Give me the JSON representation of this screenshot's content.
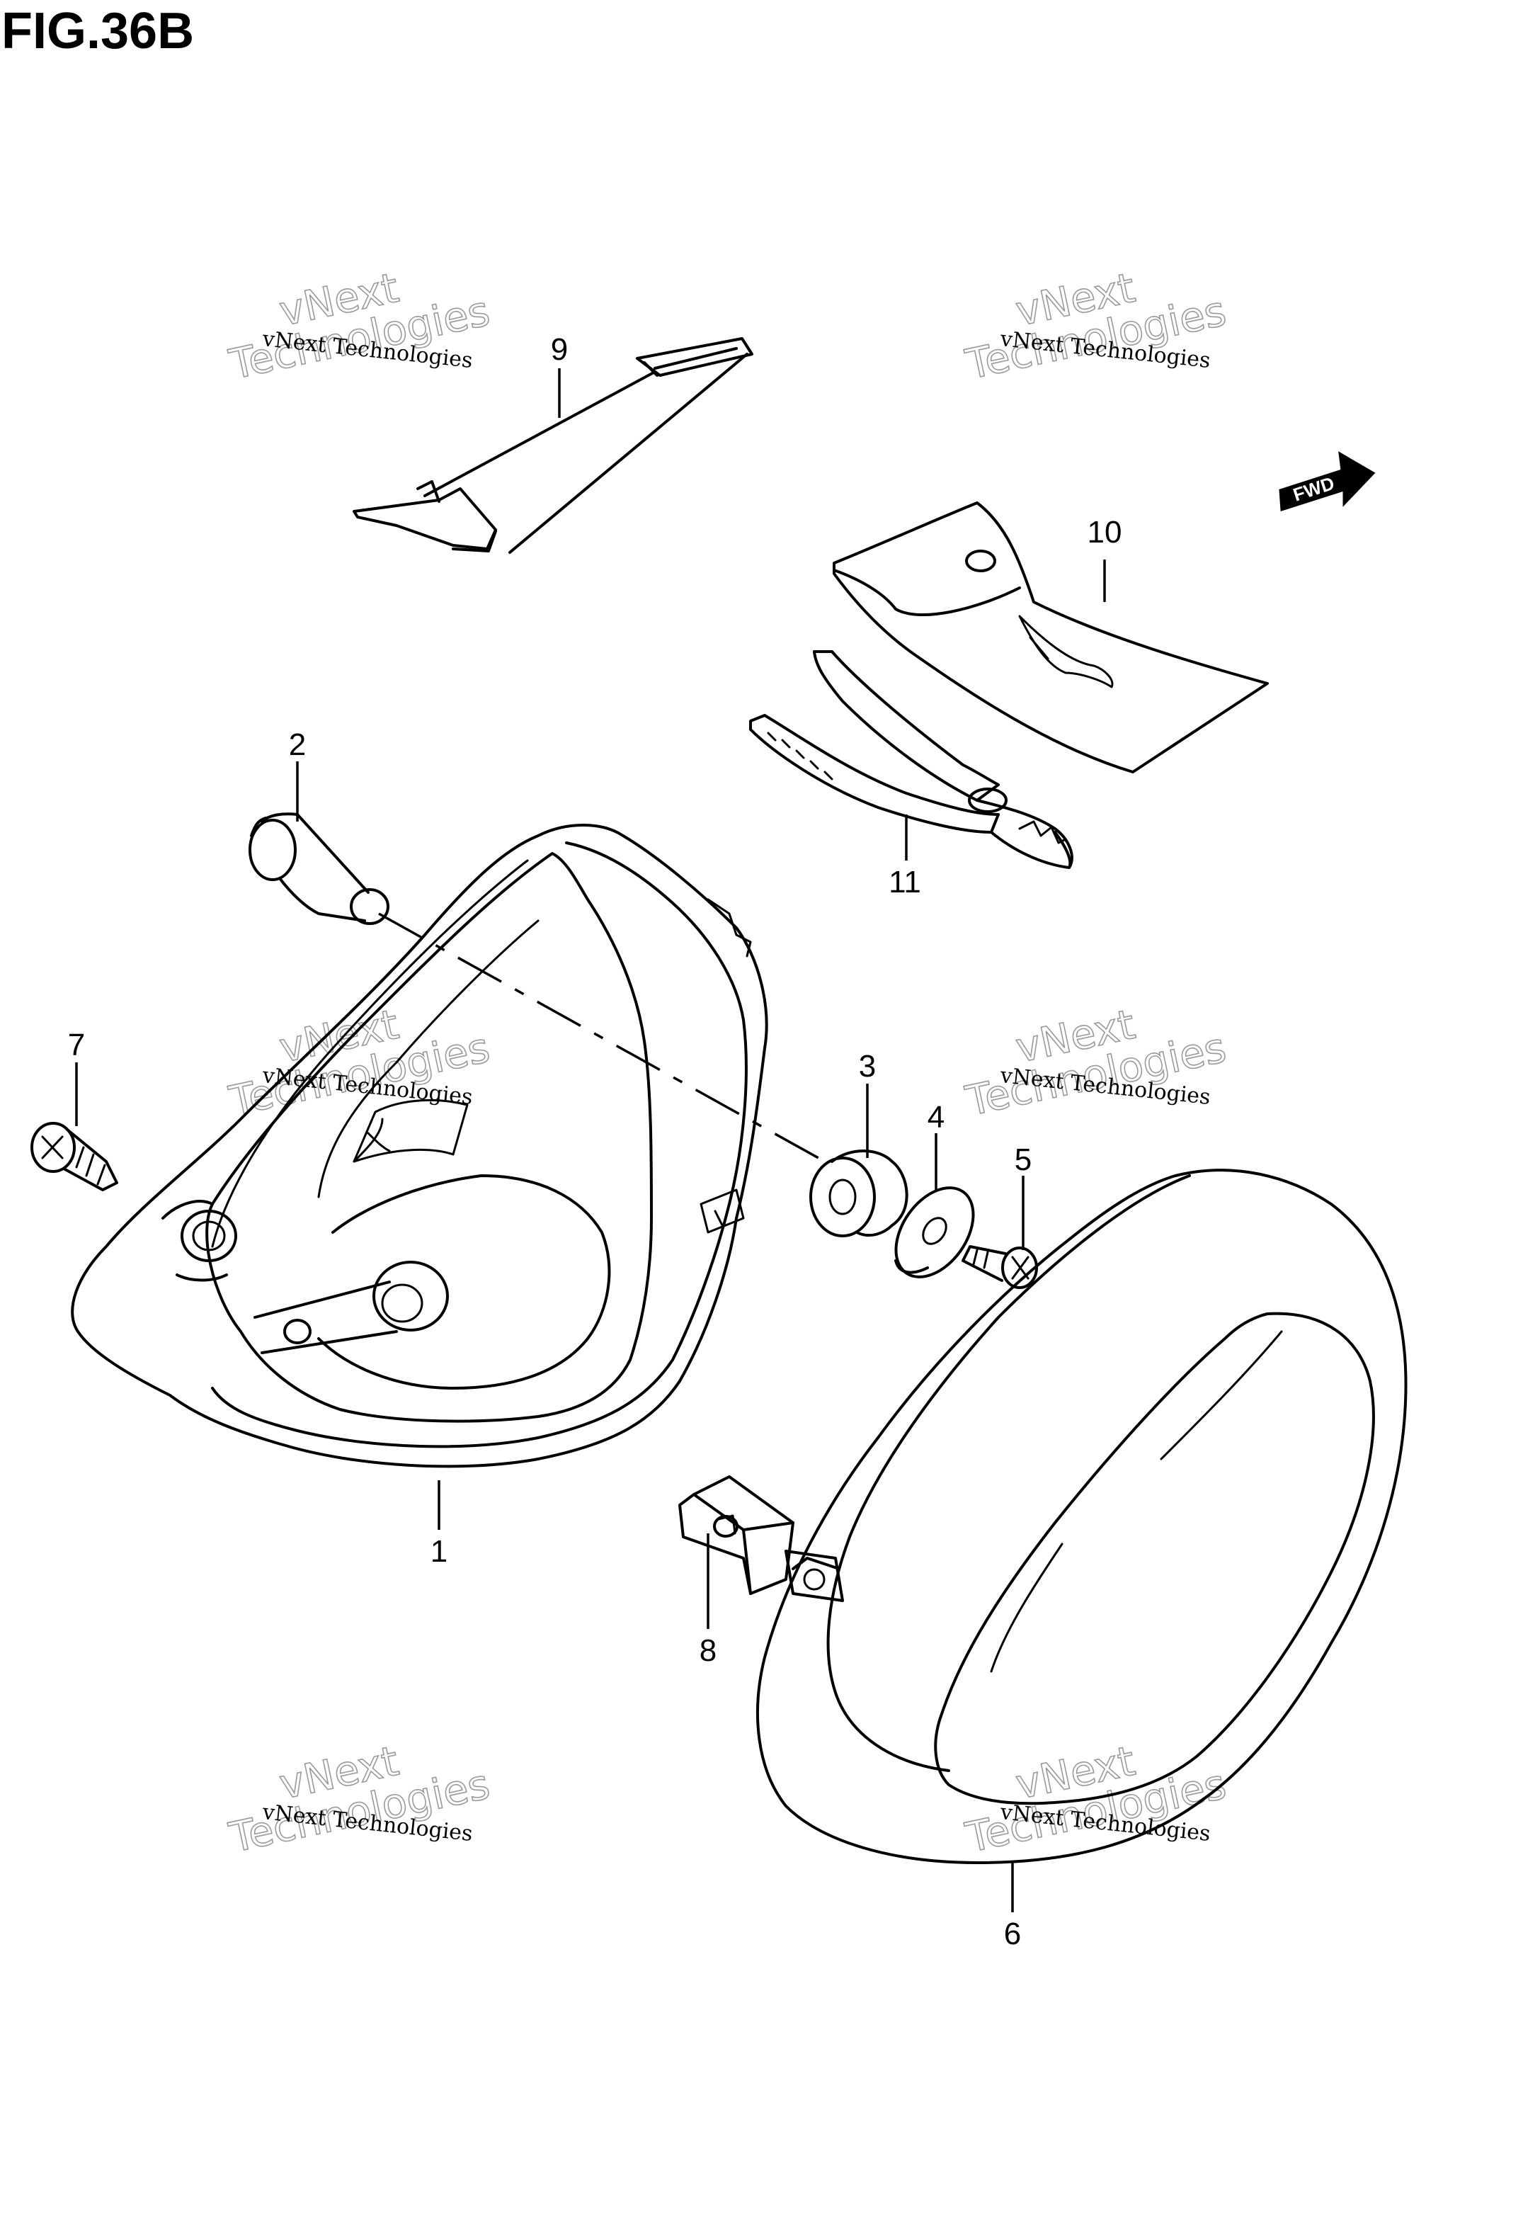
{
  "figure": {
    "title": "FIG.36B",
    "direction_label": "FWD",
    "watermark_line1": "vNext Technologies",
    "watermark_line2": "vNext",
    "watermark_line3": "Technologies"
  },
  "callouts": {
    "c1": "1",
    "c2": "2",
    "c3": "3",
    "c4": "4",
    "c5": "5",
    "c6": "6",
    "c7": "7",
    "c8": "8",
    "c9": "9",
    "c10": "10",
    "c11": "11"
  }
}
